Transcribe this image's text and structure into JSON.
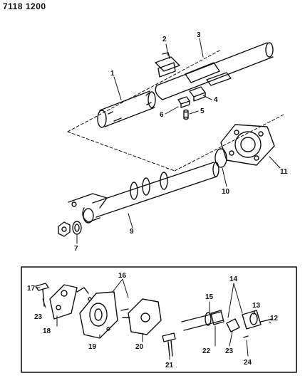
{
  "header": {
    "code": "7118 1200"
  },
  "callouts_top": [
    "1",
    "2",
    "3",
    "4",
    "5",
    "6",
    "7",
    "9",
    "10",
    "11"
  ],
  "callouts_bottom": [
    "12",
    "13",
    "14",
    "15",
    "16",
    "17",
    "18",
    "19",
    "20",
    "21",
    "22",
    "23",
    "23",
    "24"
  ]
}
